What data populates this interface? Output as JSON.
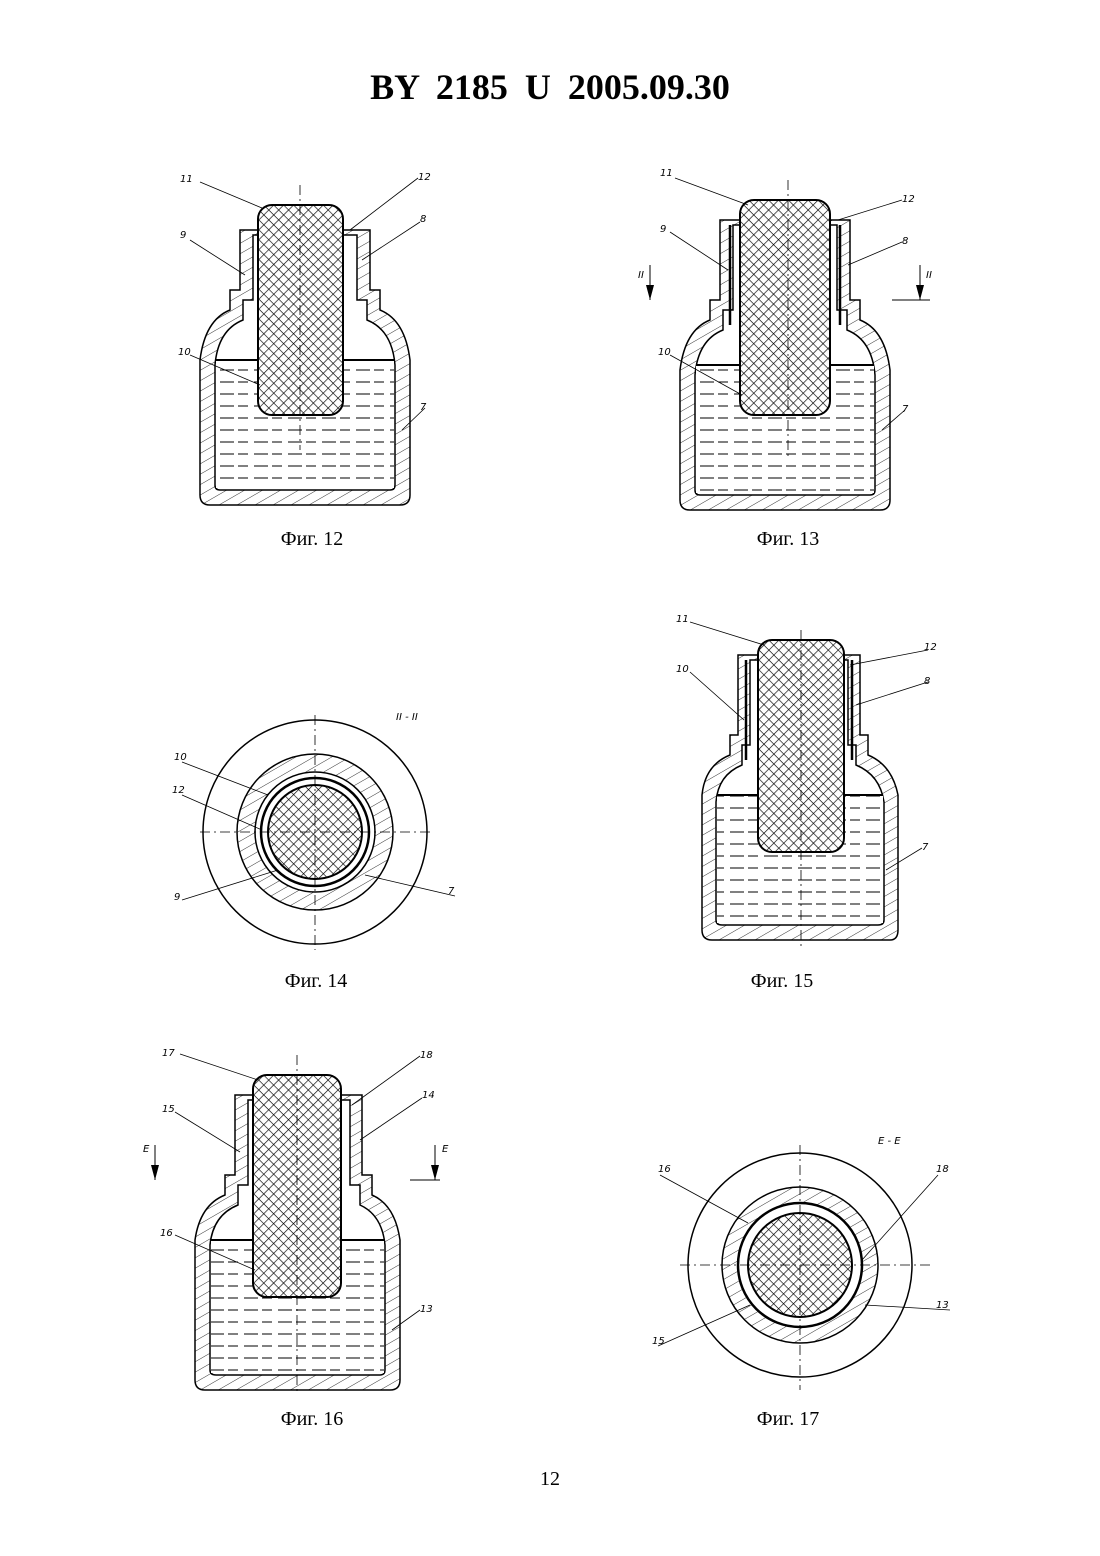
{
  "header": {
    "title": "BY 2185 U 2005.09.30"
  },
  "figures": [
    {
      "caption": "Фиг. 12",
      "labels": {
        "a": "11",
        "b": "12",
        "c": "9",
        "d": "8",
        "e": "10",
        "f": "7"
      }
    },
    {
      "caption": "Фиг. 13",
      "labels": {
        "a": "11",
        "b": "12",
        "c": "9",
        "d": "8",
        "e": "10",
        "f": "7",
        "sec_l": "II",
        "sec_r": "II"
      }
    },
    {
      "caption": "Фиг. 14",
      "labels": {
        "section": "II - II",
        "a": "10",
        "b": "12",
        "c": "9",
        "d": "7"
      }
    },
    {
      "caption": "Фиг. 15",
      "labels": {
        "a": "11",
        "b": "12",
        "c": "10",
        "d": "8",
        "e": "7"
      }
    },
    {
      "caption": "Фиг. 16",
      "labels": {
        "a": "17",
        "b": "18",
        "c": "15",
        "d": "14",
        "e": "16",
        "f": "13",
        "sec_l": "E",
        "sec_r": "E"
      }
    },
    {
      "caption": "Фиг. 17",
      "labels": {
        "section": "E - E",
        "a": "16",
        "b": "18",
        "c": "15",
        "d": "13"
      }
    }
  ],
  "page_number": "12"
}
